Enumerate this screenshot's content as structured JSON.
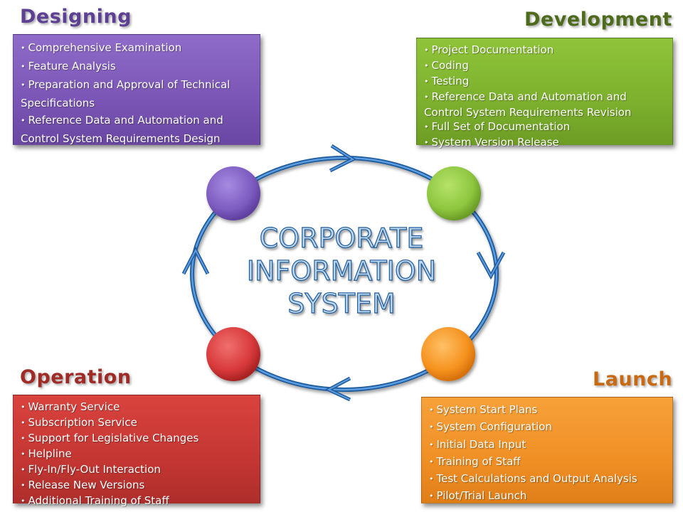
{
  "title_lines": [
    "CORPORATE",
    "INFORMATION",
    "SYSTEM"
  ],
  "phases": {
    "designing": {
      "heading": "Designing",
      "heading_color": "#5d3f93",
      "box_color": "#7a55b5",
      "node_color": "#7d5cc0",
      "items": [
        "Comprehensive Examination",
        "Feature Analysis",
        "Preparation and Approval of Technical Specifications",
        "Reference Data and Automation and Control System Requirements Design"
      ]
    },
    "development": {
      "heading": "Development",
      "heading_color": "#4e6b1c",
      "box_color": "#7cb02d",
      "node_color": "#8dc63f",
      "items": [
        "Project Documentation",
        "Coding",
        "Testing",
        "Reference Data and Automation and Control System Requirements Revision",
        "Full Set of Documentation",
        "System Version Release"
      ]
    },
    "operation": {
      "heading": "Operation",
      "heading_color": "#a02a26",
      "box_color": "#c43632",
      "node_color": "#d8393a",
      "items": [
        "Warranty Service",
        "Subscription Service",
        "Support for Legislative Changes",
        "Helpline",
        "Fly-In/Fly-Out Interaction",
        "Release New Versions",
        "Additional Training of Staff"
      ]
    },
    "launch": {
      "heading": "Launch",
      "heading_color": "#c96a12",
      "box_color": "#ef8f24",
      "node_color": "#f5921e",
      "items": [
        "System Start Plans",
        "System Configuration",
        "Initial Data Input",
        "Training of Staff",
        "Test Calculations and Output Analysis",
        "Pilot/Trial Launch"
      ]
    }
  },
  "cycle_color": "#3a7cc4"
}
